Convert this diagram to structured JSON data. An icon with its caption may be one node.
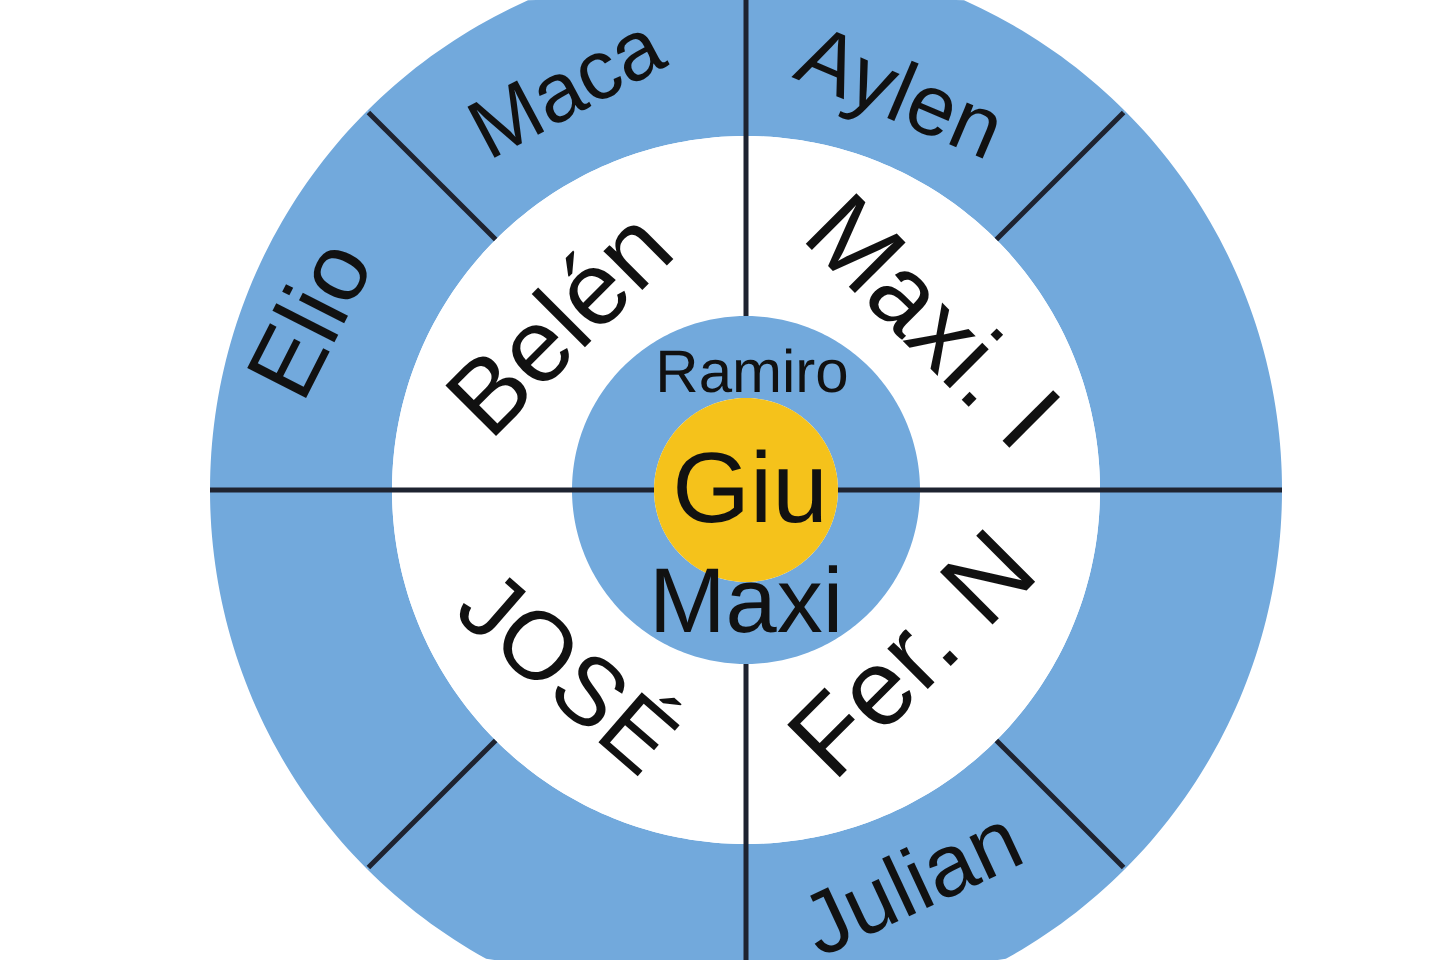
{
  "diagram": {
    "nodes": [
      {
        "text": [
          "Maca"
        ]
      },
      {
        "text": [
          "Aylen"
        ]
      },
      {
        "text": [],
        "shape": "sector"
      },
      {
        "text": [],
        "shape": "sector"
      },
      {
        "text": [
          "Julian"
        ]
      },
      {
        "text": [],
        "shape": "sector"
      },
      {
        "text": [],
        "shape": "sector"
      },
      {
        "text": [
          "Elio"
        ]
      },
      {
        "text": [
          "Belén"
        ]
      },
      {
        "text": [
          "Maxi. I"
        ]
      },
      {
        "text": [
          "Fer. N"
        ]
      },
      {
        "text": [
          "JOSÉ"
        ]
      },
      {
        "text": [
          "Ramiro"
        ]
      },
      {
        "text": [
          "Maxi"
        ]
      },
      {
        "text": [
          "Giu"
        ]
      }
    ]
  }
}
